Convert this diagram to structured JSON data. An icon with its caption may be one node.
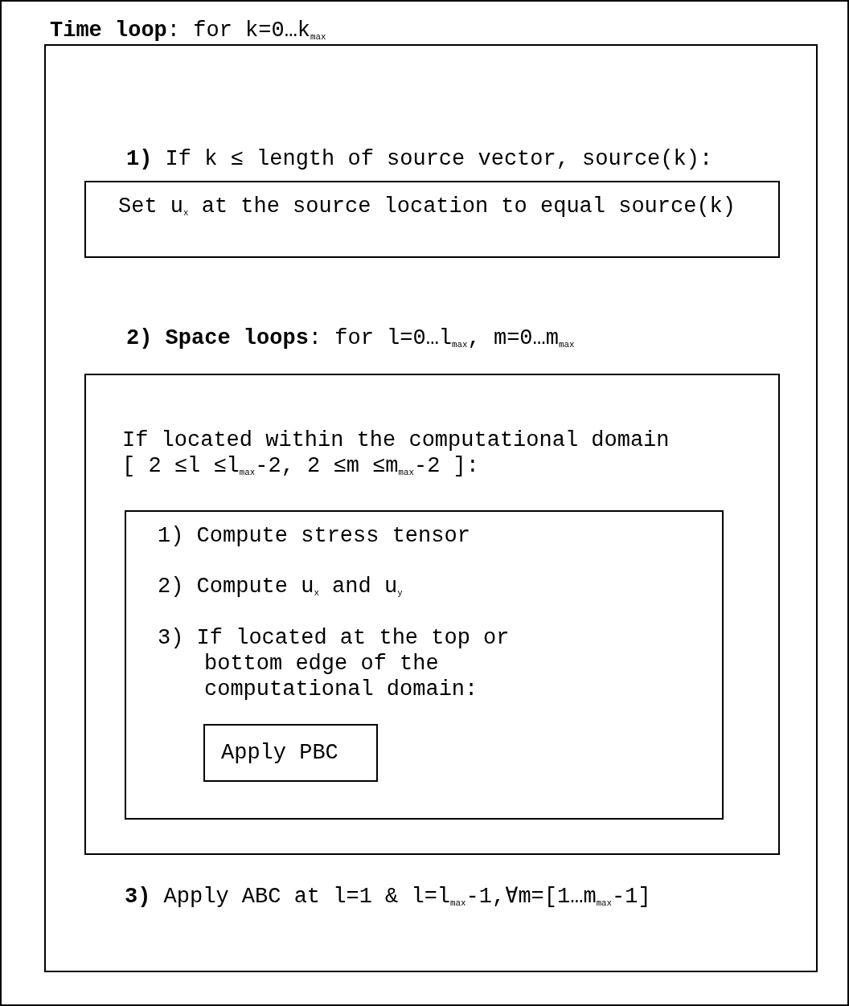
{
  "diagram": {
    "nodes": [
      {
        "text": [
          "**Time loop**: for k=0…k$_{max}$",
          "**3)** Apply ABC at l=1 & l=l$_{max}$-1,∀m=[1…m$_{max}$-1]"
        ]
      },
      {
        "text": [
          "**1)** If k ≤ length of source vector, source(k):",
          "Set u$_{x}$ at the source location to equal source(k)"
        ],
        "in": 0
      },
      {
        "text": [
          "**2) Space loops**: for l=0…l$_{max}$, m=0…m$_{max}$"
        ],
        "in": 0
      },
      {
        "text": [
          "If located within the computational domain [ 2 ≤l ≤l$_{max}$-2, 2 ≤m ≤m$_{max}$-2 ]:",
          "1) Compute stress tensor",
          "2) Compute u$_{x}$ and u$_{y}$"
        ],
        "in": 2
      },
      {
        "text": [
          "3) If located at the top or bottom edge of the computational domain:",
          "Apply PBC"
        ],
        "in": 3
      }
    ],
    "edges": []
  }
}
